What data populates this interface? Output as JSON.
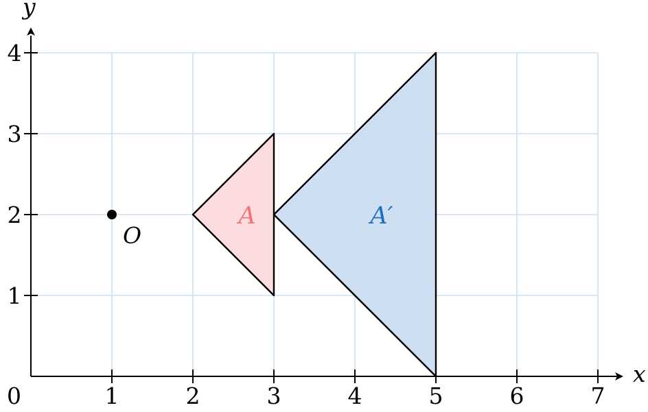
{
  "colors": {
    "grid": "#cddff0",
    "axis": "#000000",
    "shape_a_fill": "#fddcdf",
    "shape_a_label": "#f07478",
    "shape_a_prime_fill": "#cddff0",
    "shape_a_prime_label": "#1d6fbf",
    "outline": "#000000"
  },
  "chart_data": {
    "type": "scatter",
    "xlabel": "x",
    "ylabel": "y",
    "xlim": [
      0,
      7
    ],
    "ylim": [
      0,
      4
    ],
    "grid": true,
    "origin_label": "0",
    "x_ticks": [
      1,
      2,
      3,
      4,
      5,
      6,
      7
    ],
    "x_tick_labels": [
      "1",
      "2",
      "3",
      "4",
      "5",
      "6",
      "7"
    ],
    "y_ticks": [
      1,
      2,
      3,
      4
    ],
    "y_tick_labels": [
      "1",
      "2",
      "3",
      "4"
    ],
    "points": [
      {
        "label": "O",
        "x": 1,
        "y": 2
      }
    ],
    "shapes": [
      {
        "label": "A",
        "vertices": [
          [
            2,
            2
          ],
          [
            3,
            3
          ],
          [
            3,
            1
          ]
        ],
        "label_at": [
          2.67,
          2
        ]
      },
      {
        "label": "A′",
        "vertices": [
          [
            3,
            2
          ],
          [
            5,
            4
          ],
          [
            5,
            0
          ]
        ],
        "label_at": [
          4.33,
          2
        ]
      }
    ]
  }
}
